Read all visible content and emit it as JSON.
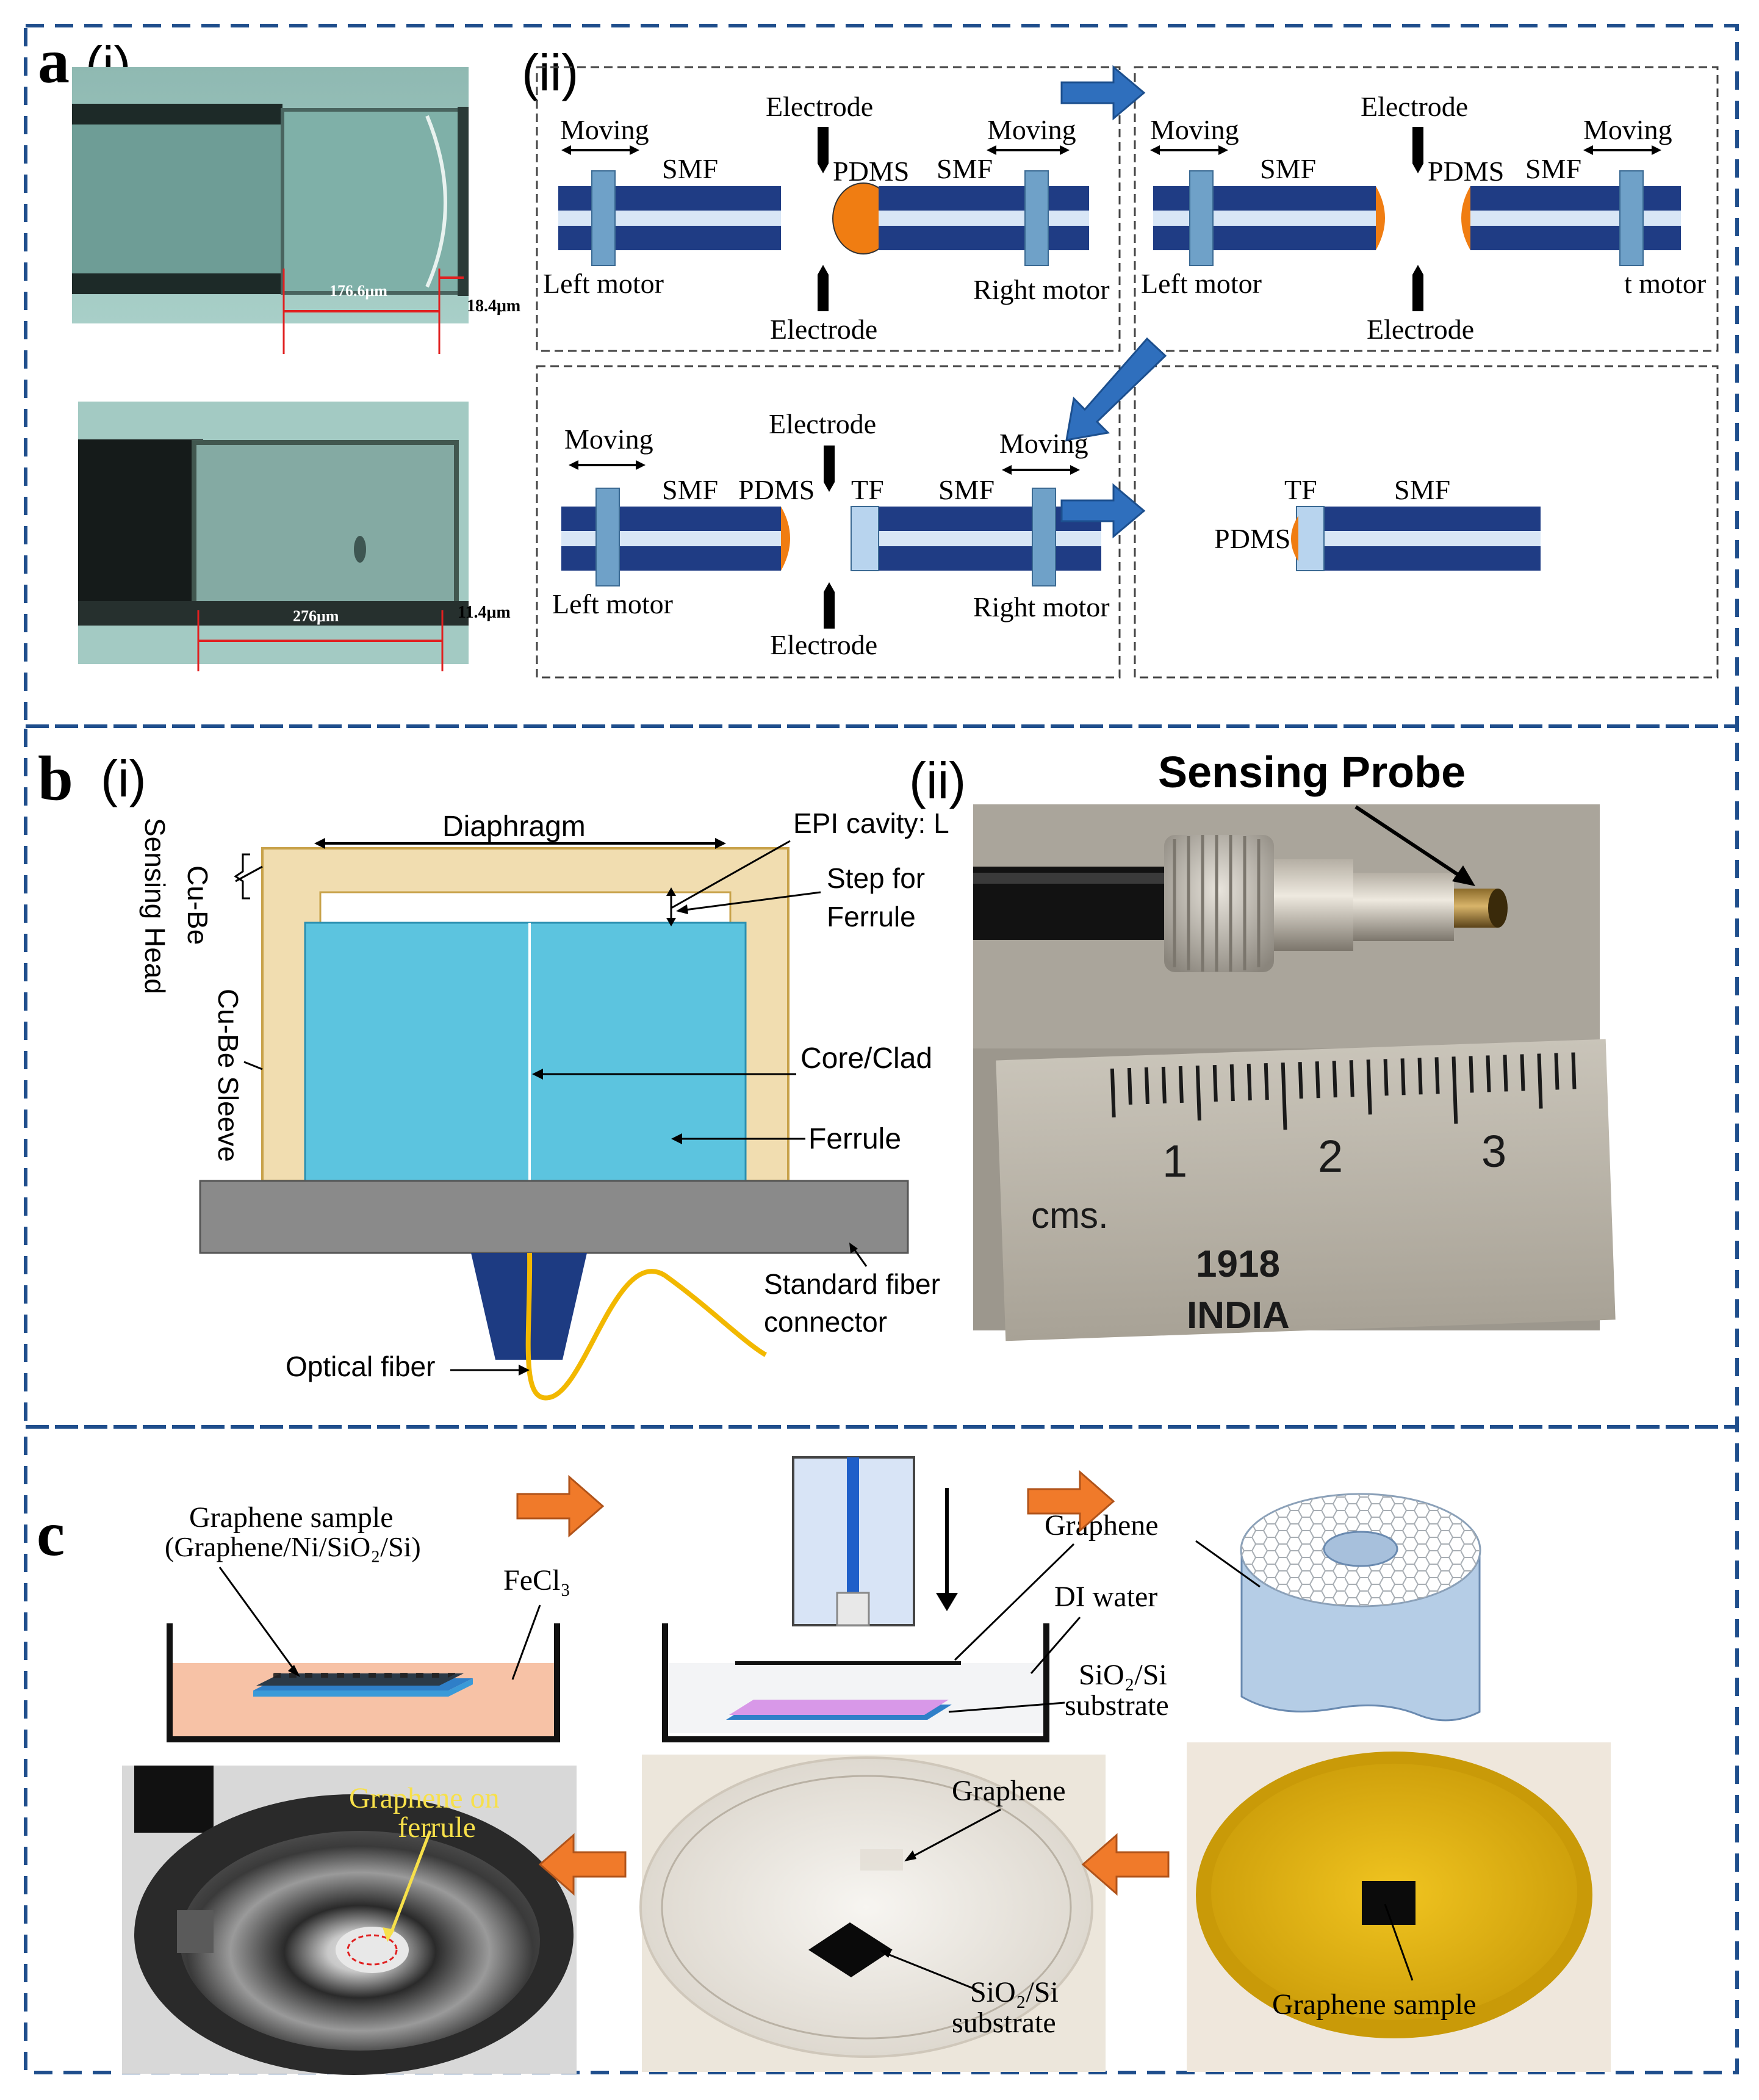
{
  "panels": {
    "a": {
      "letter": "a",
      "sub_i": "(i)",
      "sub_ii": "(ii)",
      "micro": {
        "top_len": "176.6μm",
        "top_gap": "18.4μm",
        "bot_len": "276μm",
        "bot_gap": "11.4μm"
      },
      "labels": {
        "moving": "Moving",
        "smf": "SMF",
        "electrode": "Electrode",
        "pdms": "PDMS",
        "tf": "TF",
        "left_motor": "Left motor",
        "right_motor": "Right motor",
        "right_motor_cut": "t motor",
        "pdms_label": "PDMS"
      }
    },
    "b": {
      "letter": "b",
      "sub_i": "(i)",
      "sub_ii": "(ii)",
      "labels": {
        "diaphragm": "Diaphragm",
        "epi": "EPI cavity: L",
        "step1": "Step for",
        "step2": "Ferrule",
        "core": "Core/Clad",
        "ferrule": "Ferrule",
        "conn1": "Standard fiber",
        "conn2": "connector",
        "fiber": "Optical fiber",
        "cube": "Cu-Be",
        "sensing_head": "Sensing Head",
        "sleeve": "Cu-Be Sleeve",
        "probe": "Sensing Probe"
      },
      "ruler": {
        "ticks": [
          "1",
          "2",
          "3"
        ],
        "unit": "cms.",
        "year": "1918",
        "country": "INDIA"
      }
    },
    "c": {
      "letter": "c",
      "labels": {
        "sample1": "Graphene sample",
        "sample2": "(Graphene/Ni/SiO₂/Si)",
        "fecl3": "FeCl₃",
        "graphene": "Graphene",
        "di_water": "DI water",
        "sio2": "SiO₂/Si",
        "substrate": "substrate",
        "graphene_on1": "Graphene on",
        "graphene_on2": "ferrule",
        "photo_graphene": "Graphene",
        "photo_sio2": "SiO₂/Si",
        "photo_substrate": "substrate",
        "photo_sample": "Graphene sample"
      }
    }
  },
  "colors": {
    "frame_dash": "#1f4e8c",
    "fiber_blue": "#1f3c84",
    "fiber_core": "#d8e6f6",
    "motor": "#6fa1c8",
    "pdms": "#f07d12",
    "arrow_blue": "#2f6fbd",
    "arrow_orange": "#f07a2a",
    "ferrule_cyan": "#5cc4df",
    "sleeve_tan": "#f1ddb0",
    "connector_gray": "#8a8a8a",
    "fiber_yellow": "#f2b800",
    "graphene_label_yellow": "#f7e04a"
  }
}
